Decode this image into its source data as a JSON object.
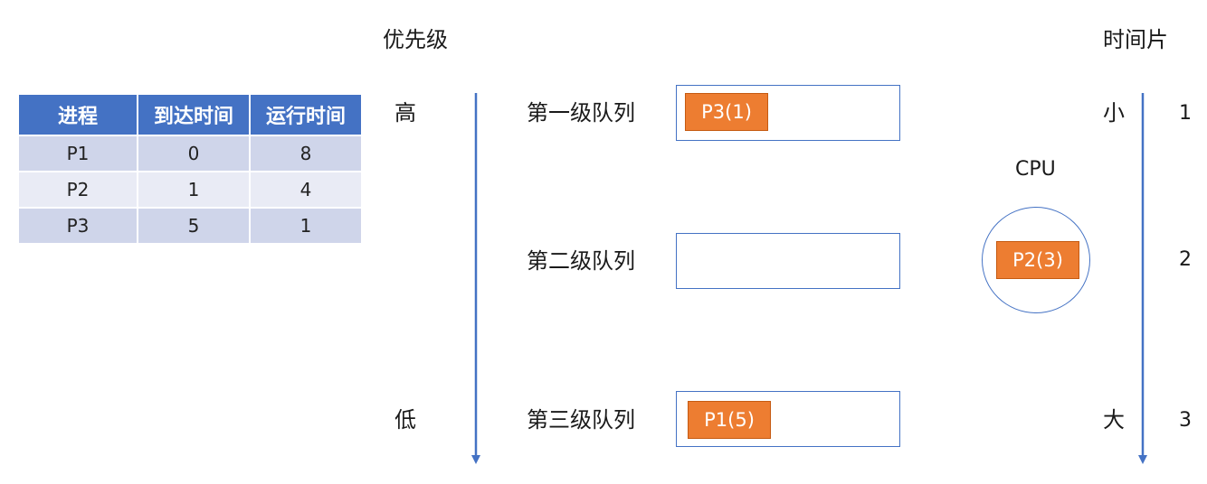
{
  "table": {
    "headers": [
      "进程",
      "到达时间",
      "运行时间"
    ],
    "rows": [
      [
        "P1",
        "0",
        "8"
      ],
      [
        "P2",
        "1",
        "4"
      ],
      [
        "P3",
        "5",
        "1"
      ]
    ]
  },
  "priority": {
    "title": "优先级",
    "high": "高",
    "low": "低"
  },
  "queues": [
    {
      "label": "第一级队列",
      "process": "P3(1)"
    },
    {
      "label": "第二级队列",
      "process": ""
    },
    {
      "label": "第三级队列",
      "process": "P1(5)"
    }
  ],
  "cpu": {
    "label": "CPU",
    "process": "P2(3)"
  },
  "timeslice": {
    "title": "时间片",
    "small": "小",
    "large": "大",
    "values": [
      "1",
      "2",
      "3"
    ]
  },
  "colors": {
    "accent": "#4472c4",
    "process": "#ed7d31",
    "table_header": "#4472c4",
    "table_row_odd": "#cfd5ea",
    "table_row_even": "#e9ebf5"
  }
}
